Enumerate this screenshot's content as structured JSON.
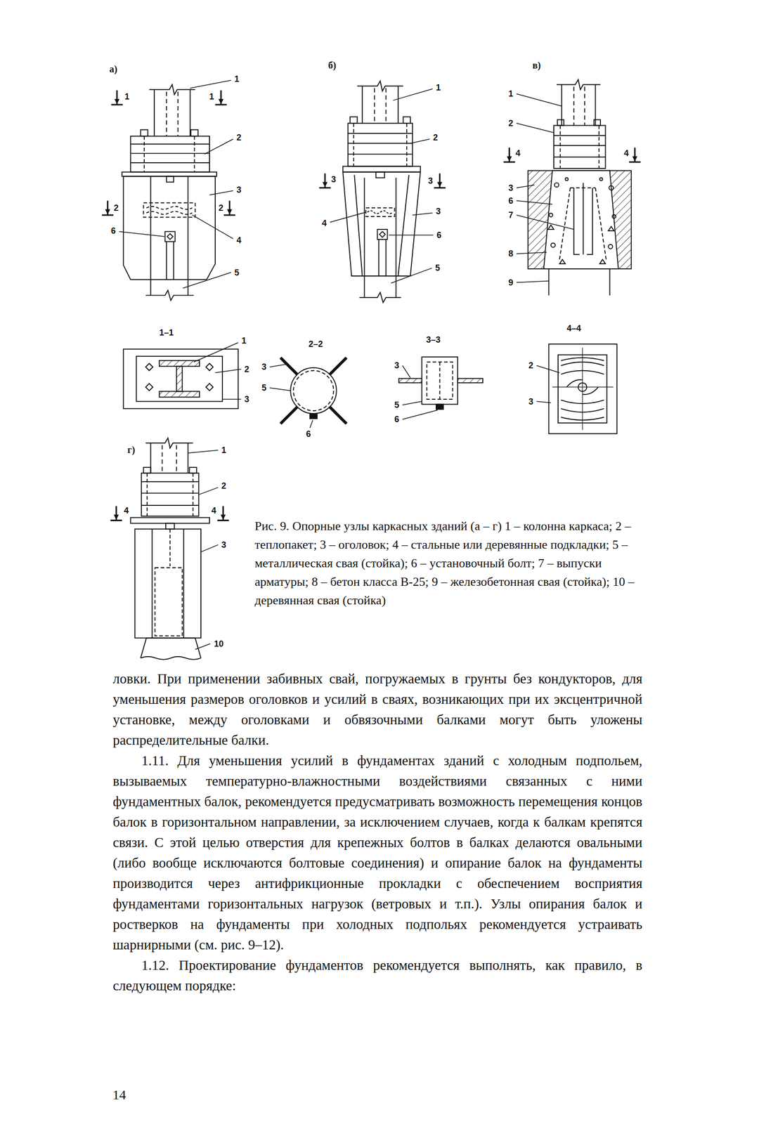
{
  "diagram": {
    "caption": "Рис. 9. Опорные узлы каркасных зданий (а – г) 1 – колонна каркаса; 2 – теплопакет; 3 – оголовок; 4 – стальные или деревянные подкладки; 5 – металлическая свая (стойка); 6 – установочный болт; 7 – выпуски арматуры; 8 – бетон класса В-25; 9 – железобетонная свая (стойка); 10 – деревянная свая (стойка)",
    "labels": [
      "а)",
      "1",
      "2",
      "3",
      "4",
      "5",
      "6",
      "1",
      "1",
      "2",
      "2",
      "б)",
      "1",
      "2",
      "3",
      "3",
      "4",
      "3",
      "6",
      "5",
      "в)",
      "1",
      "2",
      "4",
      "4",
      "3",
      "6",
      "7",
      "8",
      "9",
      "1–1",
      "1",
      "2",
      "3",
      "2–2",
      "3",
      "5",
      "6",
      "3–3",
      "3",
      "5",
      "6",
      "4–4",
      "2",
      "3",
      "г)",
      "1",
      "2",
      "4",
      "4",
      "3",
      "10",
      "ловки. При применении забивных свай, погружаемых в грунты без кондукторов, для уменьшения размеров оголовков и усилий в сваях, возникающих при их эксцентричной установке, между оголовками и обвязочными балками могут быть уложены распределительные балки.",
      "1.11. Для уменьшения усилий в фундаментах зданий с холодным подпольем, вызываемых температурно-влажностными воздействиями связанных с ними фундаментных балок, рекомендуется предусматривать возможность перемещения концов балок в горизонтальном направлении, за исключением случаев, когда к балкам крепятся связи. С этой целью отверстия для крепежных болтов в балках делаются овальными (либо вообще исключаются болтовые соединения) и опирание балок на фундаменты производится через антифрикционные прокладки с обеспечением восприятия фундаментами горизонтальных нагрузок (ветровых и т.п.). Узлы опирания балок и ростверков на фундаменты при холодных подпольях рекомендуется устраивать шарнирными (см. рис. 9–12).",
      "1.12. Проектирование фундаментов рекомендуется выполнять, как правило, в следующем порядке:",
      "14"
    ]
  }
}
